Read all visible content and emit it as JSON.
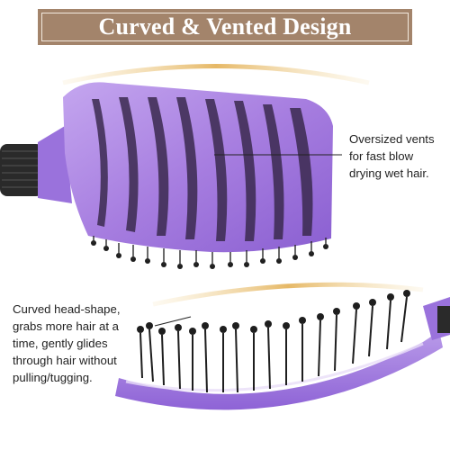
{
  "banner": {
    "title": "Curved & Vented Design",
    "background_color": "#a3846b"
  },
  "captions": {
    "vents": {
      "lines": [
        "Oversized vents",
        "for fast blow",
        "drying wet hair."
      ]
    },
    "curve": {
      "lines": [
        "Curved head-shape,",
        "grabs more hair at a",
        "time, gently glides",
        "through hair without",
        "pulling/tugging."
      ]
    }
  },
  "product": {
    "brush_color": "#a77ee0",
    "handle_color": "#2a2a2a",
    "accent_arc_color": "#e6b866",
    "icons": [
      "vented-brush-front-view",
      "curved-brush-side-view"
    ]
  }
}
